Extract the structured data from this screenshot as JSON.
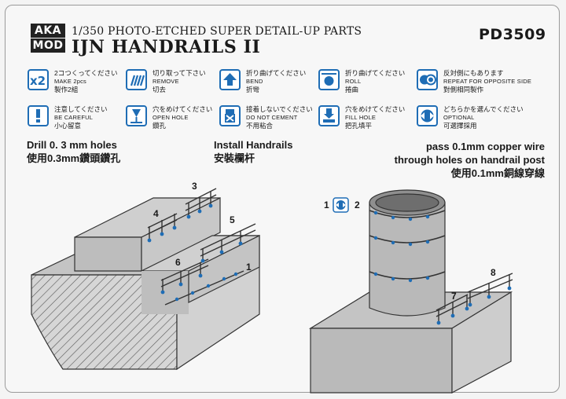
{
  "header": {
    "logo_top": "AKA",
    "logo_bottom": "MOD",
    "subtitle": "1/350 PHOTO-ETCHED SUPER DETAIL-UP PARTS",
    "title": "IJN HANDRAILS II",
    "code": "PD3509"
  },
  "legend": [
    {
      "icon": "x2-icon",
      "jp": "2コつくってください",
      "en": "MAKE 2pcs",
      "zh": "製作2組"
    },
    {
      "icon": "remove-icon",
      "jp": "切り取って下さい",
      "en": "REMOVE",
      "zh": "切去"
    },
    {
      "icon": "bend-icon",
      "jp": "折り曲げてください",
      "en": "BEND",
      "zh": "折彎"
    },
    {
      "icon": "roll-icon",
      "jp": "折り曲げてください",
      "en": "ROLL",
      "zh": "捲曲"
    },
    {
      "icon": "repeat-opposite-icon",
      "jp": "反対側にもあります",
      "en": "REPEAT FOR OPPOSITE SIDE",
      "zh": "對側相同製作"
    },
    {
      "icon": "careful-icon",
      "jp": "注意してください",
      "en": "BE CAREFUL",
      "zh": "小心留意"
    },
    {
      "icon": "open-hole-icon",
      "jp": "穴をめけてください",
      "en": "OPEN  HOLE",
      "zh": "鑽孔"
    },
    {
      "icon": "no-cement-icon",
      "jp": "接着しないでください",
      "en": "DO NOT CEMENT",
      "zh": "不用粘合"
    },
    {
      "icon": "fill-hole-icon",
      "jp": "穴をめけてください",
      "en": "FILL HOLE",
      "zh": "把孔填平"
    },
    {
      "icon": "optional-icon",
      "jp": "どちらかを選んでください",
      "en": "OPTIONAL",
      "zh": "可選擇採用"
    }
  ],
  "instructions": {
    "drill_en": "Drill 0. 3 mm holes",
    "drill_zh": "使用0.3mm鑽頭鑽孔",
    "install_en": "Install Handrails",
    "install_zh": "安裝欄杆",
    "wire_en1": "pass 0.1mm copper wire",
    "wire_en2": "through holes on handrail post",
    "wire_zh": "使用0.1mm銅線穿線"
  },
  "part_numbers": {
    "n1": "1",
    "n2": "2",
    "n3": "3",
    "n4": "4",
    "n5": "5",
    "n6": "6",
    "n7": "7",
    "n8": "8",
    "n1b": "1",
    "n2b": "2"
  },
  "colors": {
    "accent_blue": "#1f6db5",
    "part_gray": "#c8c8c8",
    "outline": "#333333"
  }
}
